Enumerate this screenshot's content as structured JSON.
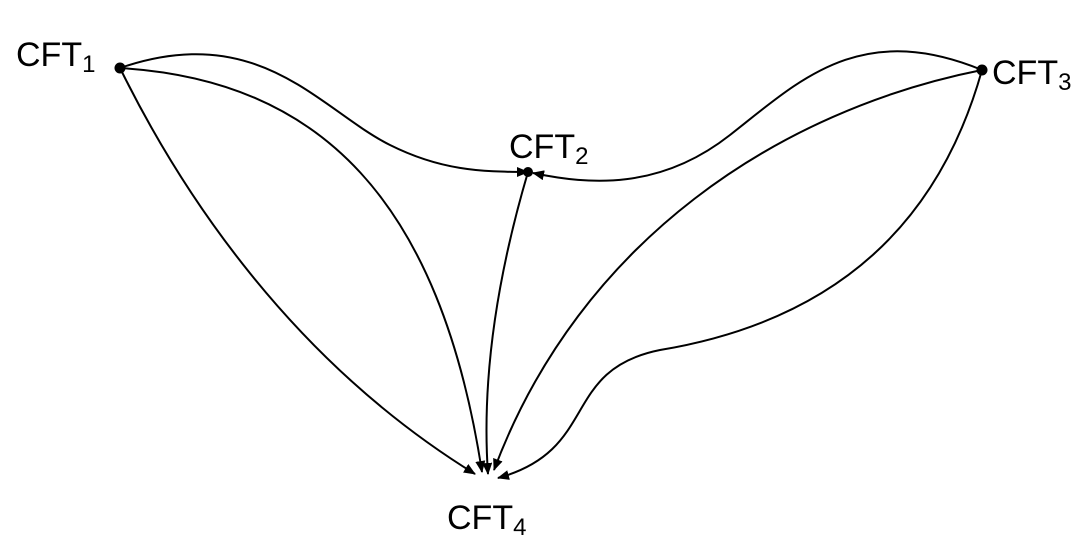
{
  "diagram": {
    "nodes": [
      {
        "id": "cft1",
        "base": "CFT",
        "sub": "1"
      },
      {
        "id": "cft2",
        "base": "CFT",
        "sub": "2"
      },
      {
        "id": "cft3",
        "base": "CFT",
        "sub": "3"
      },
      {
        "id": "cft4",
        "base": "CFT",
        "sub": "4"
      }
    ],
    "edges": [
      {
        "from": "cft1",
        "to": "cft2"
      },
      {
        "from": "cft1",
        "to": "cft4"
      },
      {
        "from": "cft1",
        "to": "cft4"
      },
      {
        "from": "cft3",
        "to": "cft2"
      },
      {
        "from": "cft2",
        "to": "cft4"
      },
      {
        "from": "cft3",
        "to": "cft4"
      },
      {
        "from": "cft3",
        "to": "cft4"
      }
    ],
    "color": "#000000"
  }
}
